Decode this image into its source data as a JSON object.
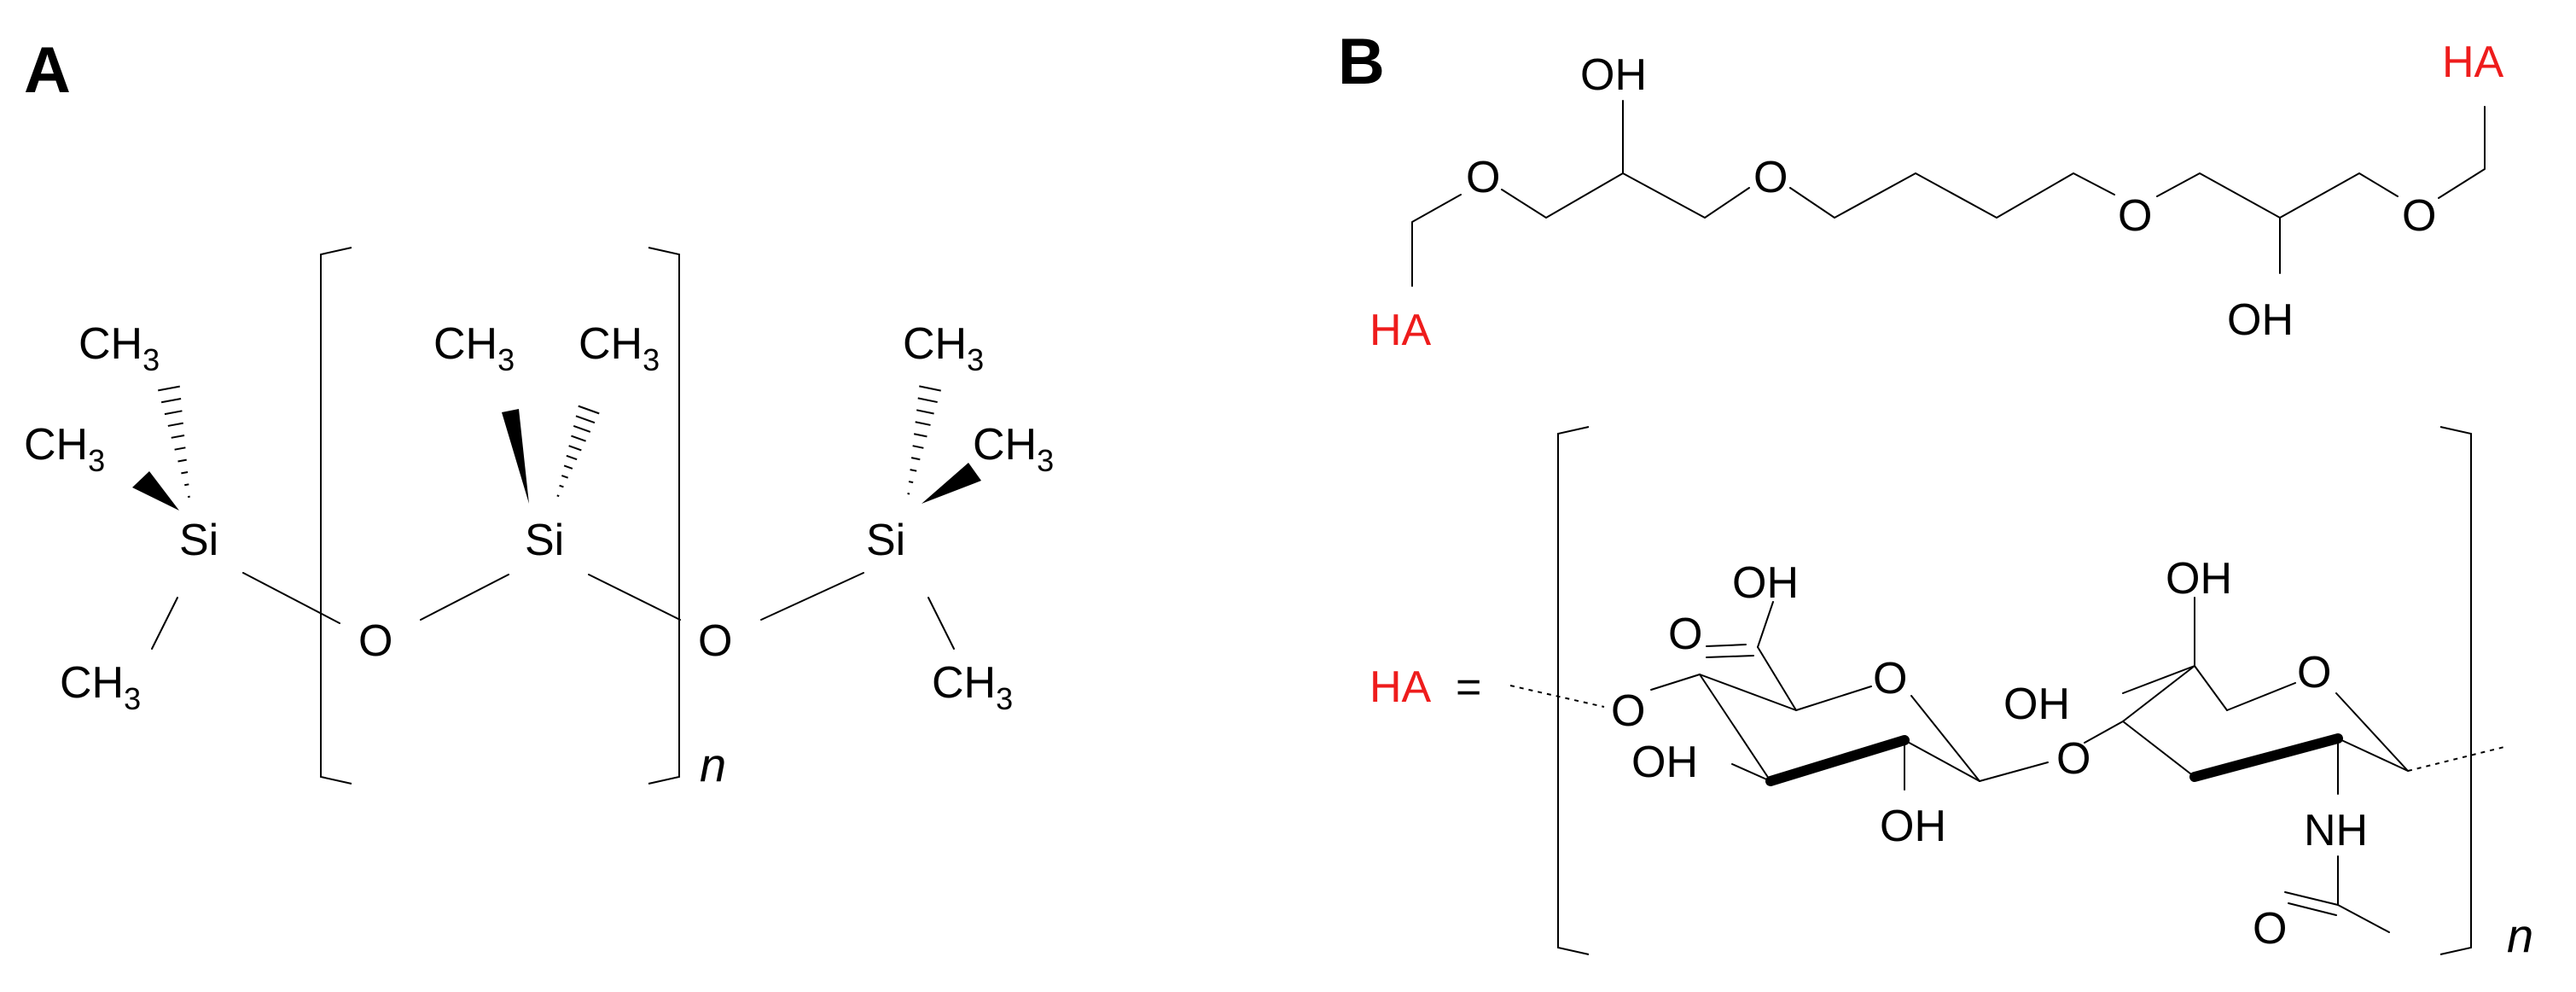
{
  "panels": {
    "a": {
      "label": "A",
      "repeat_index": "n",
      "atoms": {
        "ch3_top_left": "CH3",
        "ch3_left": "CH3",
        "si_left": "Si",
        "ch3_bottom_left": "CH3",
        "o_left": "O",
        "ch3_mid_left": "CH3",
        "ch3_mid_right": "CH3",
        "si_mid": "Si",
        "o_right": "O",
        "ch3_top_right": "CH3",
        "ch3_right": "CH3",
        "si_right": "Si",
        "ch3_bottom_right": "CH3"
      },
      "ch3": {
        "main": "CH",
        "sub": "3"
      }
    },
    "b": {
      "label": "B",
      "repeat_index": "n",
      "linker": {
        "oh_top": "OH",
        "oh_bottom": "OH",
        "o1": "O",
        "o2": "O",
        "o3": "O",
        "o4": "O",
        "ha_left": "HA",
        "ha_right": "HA"
      },
      "ha_repeat": {
        "ha_label": "HA",
        "equals": "=",
        "o_glyco_left": "O",
        "o_ring1": "O",
        "carboxyl_o": "O",
        "carboxyl_oh": "OH",
        "oh_c3": "OH",
        "oh_c2": "OH",
        "o_glyco_mid": "O",
        "oh_c4_glcnac": "OH",
        "ch2oh": "OH",
        "o_ring2": "O",
        "nh": "NH",
        "acetyl_o": "O"
      }
    }
  },
  "colors": {
    "bond": "#000000",
    "highlight": "#ee1c1c"
  }
}
